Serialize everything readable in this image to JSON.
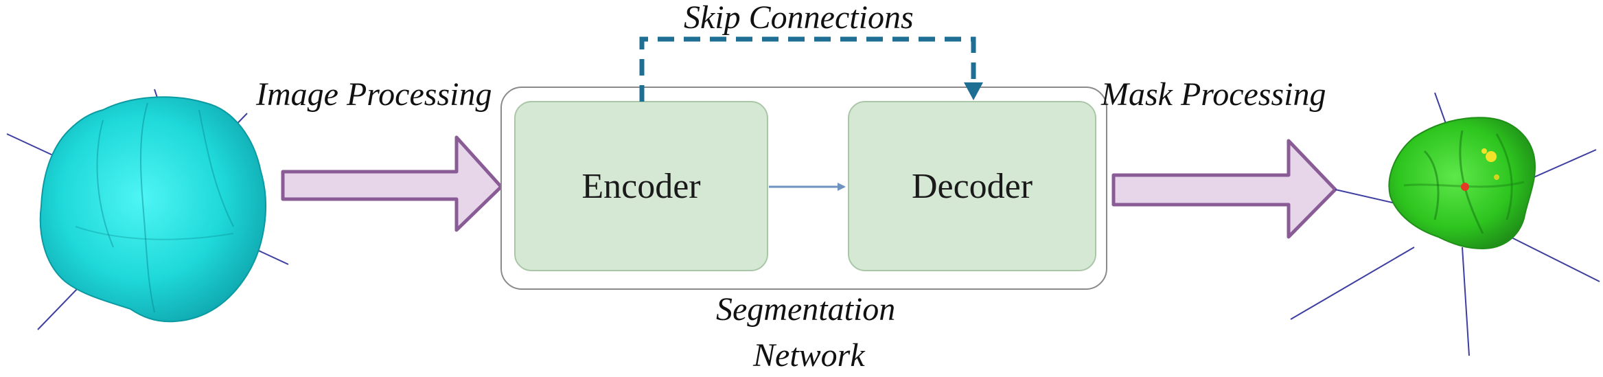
{
  "labels": {
    "skip_connections": "Skip Connections",
    "image_processing": "Image Processing",
    "mask_processing": "Mask Processing",
    "segmentation_line1": "Segmentation",
    "segmentation_line2": "Network",
    "encoder": "Encoder",
    "decoder": "Decoder"
  },
  "colors": {
    "skip_arrow": "#1f6f94",
    "block_fill": "#d5e8d4",
    "block_stroke": "#a9c7a6",
    "process_arrow_fill": "#e7d5ea",
    "process_arrow_stroke": "#8a5c96",
    "input_volume": "#1fd9d9",
    "output_volume": "#2ec51f",
    "axis_lines": "#3d3fa0"
  },
  "icons": {
    "input": "brain-volume-icon",
    "output": "segmented-mask-icon"
  }
}
